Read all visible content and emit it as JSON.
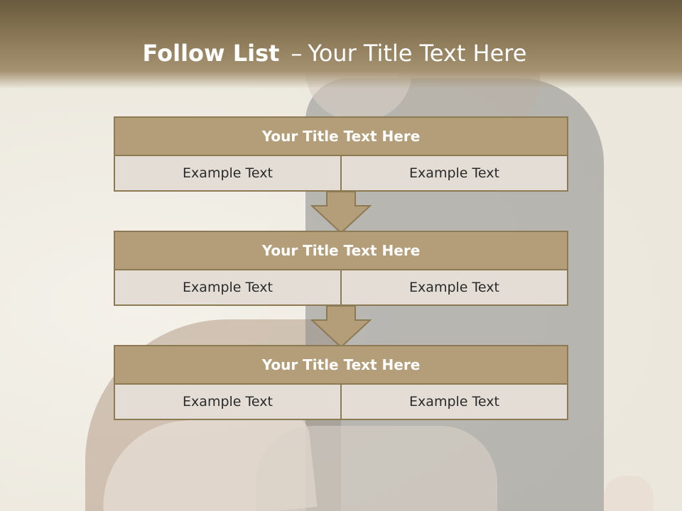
{
  "header": {
    "title_bold": "Follow List",
    "title_sep": "–",
    "title_rest": "Your Title Text Here"
  },
  "blocks": [
    {
      "title": "Your Title Text Here",
      "cells": [
        "Example Text",
        "Example Text"
      ]
    },
    {
      "title": "Your Title Text Here",
      "cells": [
        "Example Text",
        "Example Text"
      ]
    },
    {
      "title": "Your Title Text Here",
      "cells": [
        "Example Text",
        "Example Text"
      ]
    }
  ],
  "colors": {
    "header_band": "#8c7a58",
    "block_head": "#b39e79",
    "block_cell": "#e3ddd5",
    "border": "#8c7a55"
  },
  "icons": [
    "down-arrow-icon",
    "down-arrow-icon"
  ]
}
